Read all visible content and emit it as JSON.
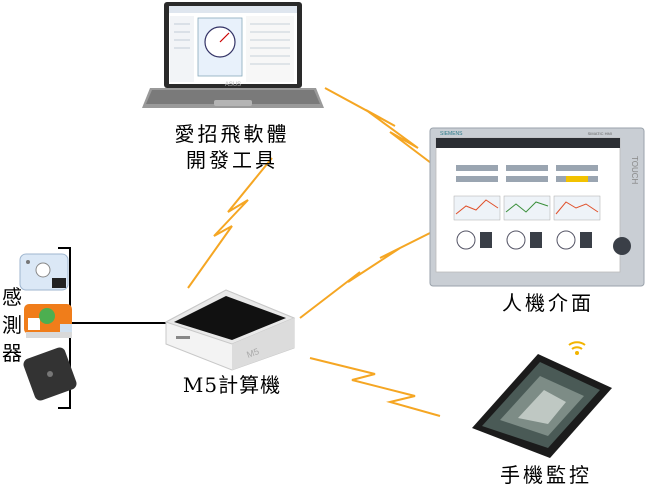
{
  "labels": {
    "dev_tool_line1": "愛招飛軟體",
    "dev_tool_line2": "開發工具",
    "hmi": "人機介面",
    "m5": "M5計算機",
    "phone": "手機監控",
    "sensor_chars": [
      "感",
      "測",
      "器"
    ]
  },
  "device_text": {
    "laptop_brand": "ASUS",
    "hmi_brand": "SIEMENS",
    "hmi_model": "SIMATIC HMI",
    "hmi_touch": "TOUCH"
  },
  "colors": {
    "bolt": "#F5A623",
    "line": "#000000",
    "hmi_frame": "#c9ced4",
    "hmi_screen": "#ffffff",
    "hmi_top": "#2b2e33",
    "m5_body": "#f3f3f3",
    "m5_screen": "#111111",
    "phone_body": "#1b1b1b",
    "sensor_orange": "#f07d1a",
    "sensor_blue": "#dbe8f6",
    "sensor_dark": "#333333"
  }
}
